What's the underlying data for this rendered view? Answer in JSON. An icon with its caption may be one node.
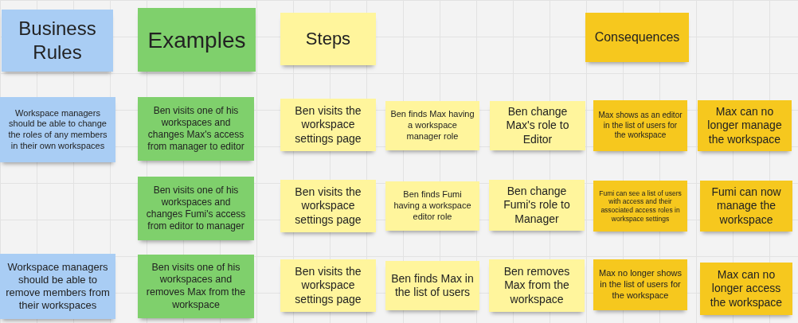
{
  "diagram": {
    "nodes": [
      {
        "text": [
          "Business Rules"
        ]
      },
      {
        "text": [
          "Examples"
        ]
      },
      {
        "text": [
          "Steps"
        ]
      },
      {
        "text": [
          "Consequences"
        ]
      },
      {
        "text": [
          "Workspace managers should be able to change the roles of any members in their own workspaces"
        ]
      },
      {
        "text": [
          "Ben visits one of his workspaces and changes Max's access from manager to editor"
        ]
      },
      {
        "text": [
          "Ben visits the workspace settings page"
        ]
      },
      {
        "text": [
          "Ben finds Max having a workspace manager role"
        ]
      },
      {
        "text": [
          "Ben change Max's role to Editor"
        ]
      },
      {
        "text": [
          "Max shows as an editor in the list of users for the workspace"
        ]
      },
      {
        "text": [
          "Max can no longer manage the workspace"
        ]
      },
      {
        "text": [
          "Ben visits one of his workspaces and changes Fumi's access from editor to manager"
        ]
      },
      {
        "text": [
          "Ben visits the workspace settings page"
        ]
      },
      {
        "text": [
          "Ben finds Fumi having a workspace editor role"
        ]
      },
      {
        "text": [
          "Ben change Fumi's role to Manager"
        ]
      },
      {
        "text": [
          "Fumi can see a list of users with access and their associated access roles in workspace settings"
        ]
      },
      {
        "text": [
          "Fumi can now manage the workspace"
        ]
      },
      {
        "text": [
          "Workspace managers should be able to remove members from their workspaces"
        ]
      },
      {
        "text": [
          "Ben visits one of his workspaces and removes Max from the workspace"
        ]
      },
      {
        "text": [
          "Ben visits the workspace settings page"
        ]
      },
      {
        "text": [
          "Ben finds Max in the list of users"
        ]
      },
      {
        "text": [
          "Ben removes Max from the workspace"
        ]
      },
      {
        "text": [
          "Max no longer shows in the list of users for the workspace"
        ]
      },
      {
        "text": [
          "Max can no longer access the workspace"
        ]
      }
    ],
    "edges": []
  }
}
